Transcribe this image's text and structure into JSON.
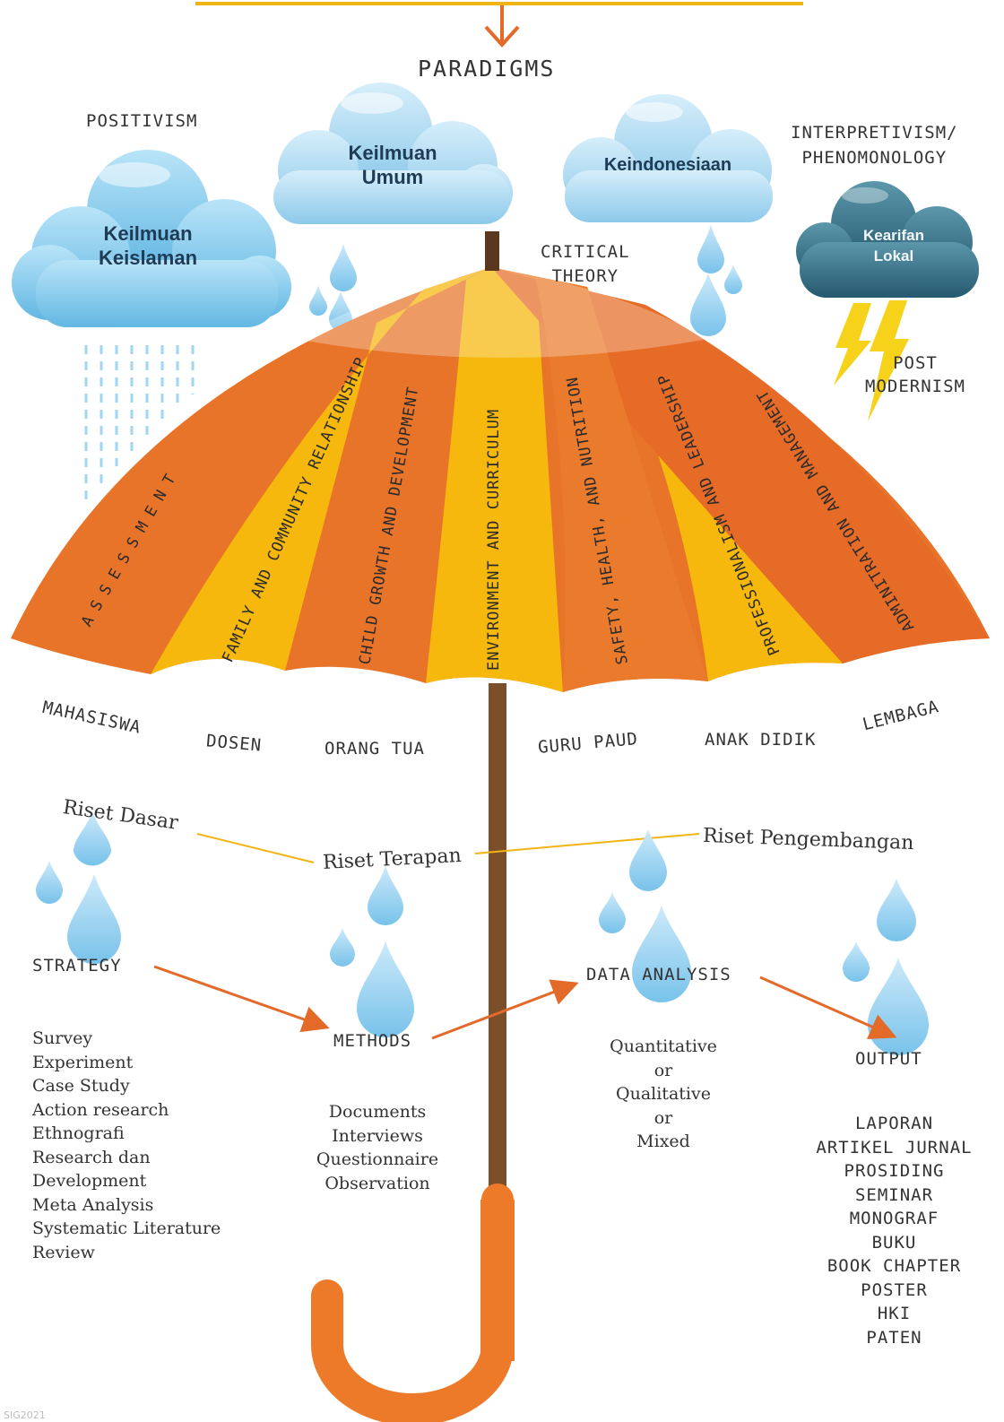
{
  "title": "PARADIGMS",
  "paradigm_labels": {
    "positivism": "POSITIVISM",
    "interpretivism": "INTERPRETIVISM/\nPHENOMONOLOGY",
    "critical_theory": "CRITICAL\nTHEORY",
    "post_modernism": "POST\nMODERNISM"
  },
  "clouds": {
    "keislaman": "Keilmuan\nKeislaman",
    "umum": "Keilmuan\nUmum",
    "keindonesiaan": "Keindonesiaan",
    "kearifan": "Kearifan\nLokal"
  },
  "umbrella_panels": [
    "ASSESSMENT",
    "FAMILY AND COMMUNITY RELATIONSHIP",
    "CHILD GROWTH AND DEVELOPMENT",
    "ENVIRONMENT AND CURRICULUM",
    "SAFETY, HEALTH, AND NUTRITION",
    "PROFESSIONALISM AND LEADERSHIP",
    "ADMINITRATION AND MANAGEMENT"
  ],
  "stakeholders": {
    "mahasiswa": "MAHASISWA",
    "dosen": "DOSEN",
    "orang_tua": "ORANG TUA",
    "guru_paud": "GURU PAUD",
    "anak_didik": "ANAK DIDIK",
    "lembaga": "LEMBAGA"
  },
  "research_types": {
    "dasar": "Riset Dasar",
    "terapan": "Riset Terapan",
    "pengembangan": "Riset Pengembangan"
  },
  "flow": {
    "strategy": "STRATEGY",
    "methods": "METHODS",
    "data_analysis": "DATA ANALYSIS",
    "output": "OUTPUT"
  },
  "strategy_items": [
    "Survey",
    "Experiment",
    "Case Study",
    "Action research",
    "Ethnografi",
    "Research dan",
    "Development",
    "Meta Analysis",
    "Systematic Literature",
    "Review"
  ],
  "method_items": [
    "Documents",
    "Interviews",
    "Questionnaire",
    "Observation"
  ],
  "analysis_items": [
    "Quantitative",
    "or",
    "Qualitative",
    "or",
    "Mixed"
  ],
  "output_items": [
    "LAPORAN",
    "ARTIKEL JURNAL",
    "PROSIDING",
    "SEMINAR",
    "MONOGRAF",
    "BUKU",
    "BOOK CHAPTER",
    "POSTER",
    "HKI",
    "PATEN"
  ],
  "credit": "SIG2021",
  "colors": {
    "orange_dark": "#e8742a",
    "yellow": "#f6b80c",
    "cloud_light": "#8ed0f0",
    "cloud_dark": "#2f6f86",
    "rain": "#7fc7ec",
    "lightning": "#f6d21a",
    "shaft": "#7a4f2a",
    "handle": "#ec7a28",
    "arrow": "#e46a2a",
    "line": "#f0b414"
  }
}
